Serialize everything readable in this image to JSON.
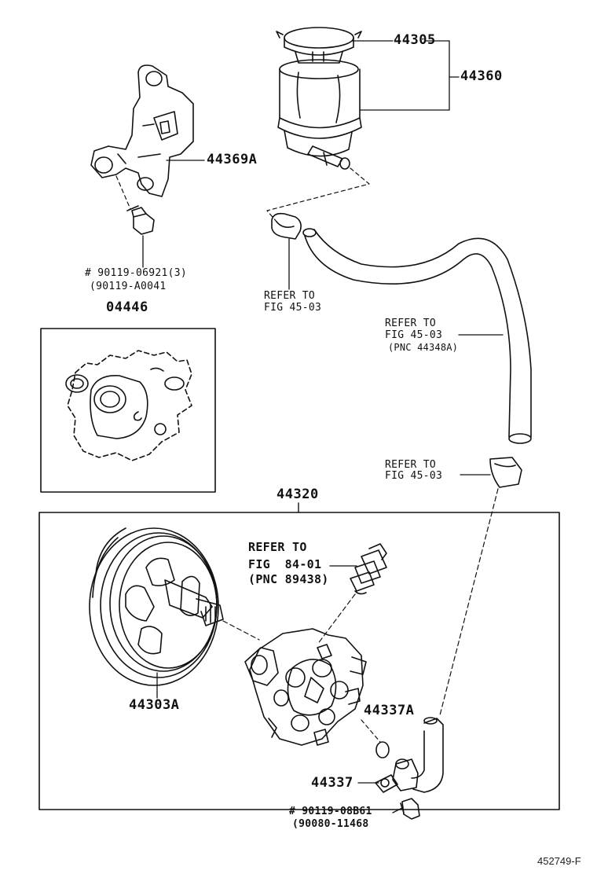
{
  "labels": {
    "cap": "44305",
    "reservoir": "44360",
    "bracket": "44369A",
    "bolt_line1": "# 90119-06921(3)",
    "bolt_line2": "(90119-A0041",
    "gasket_kit": "04446",
    "refer_left_1": "REFER TO",
    "refer_left_2": "FIG 45-03",
    "refer_hose_1": "REFER TO",
    "refer_hose_2": "FIG 45-03",
    "refer_hose_3": "(PNC 44348A)",
    "refer_clamp_1": "REFER TO",
    "refer_clamp_2": "FIG 45-03",
    "pump_assy": "44320",
    "refer_sensor_1": "REFER TO",
    "refer_sensor_2": "FIG  84-01",
    "refer_sensor_3": "(PNC 89438)",
    "pulley": "44303A",
    "oring": "44337A",
    "union": "44337",
    "union_bolt_1": "# 90119-08B61",
    "union_bolt_2": "(90080-11468",
    "figure_id": "452749-F"
  }
}
